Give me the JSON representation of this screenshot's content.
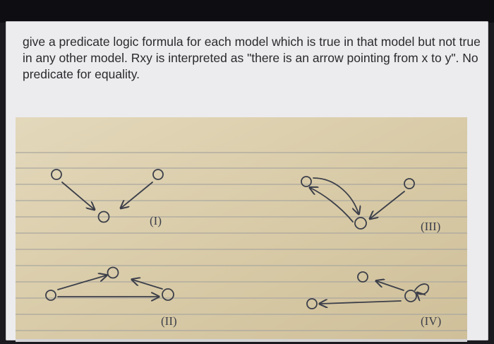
{
  "question": {
    "text": "give a predicate logic formula for each model which is true in that model but not true in any other model. Rxy is interpreted as \"there is an arrow pointing from x to y\". No predicate for equality."
  },
  "photo": {
    "paper_color": "#dccfae",
    "line_color": "#a9a6a0",
    "ink_color": "#3c3f4a",
    "labels": [
      "(I)",
      "(II)",
      "(III)",
      "(IV)"
    ]
  }
}
